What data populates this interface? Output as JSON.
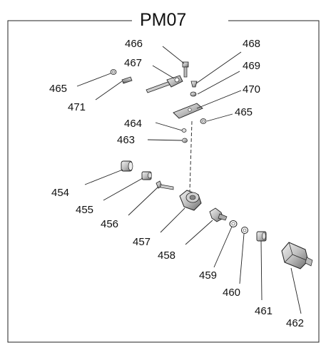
{
  "title": "PM07",
  "callouts": [
    "466",
    "467",
    "468",
    "469",
    "465",
    "471",
    "470",
    "464",
    "465",
    "463",
    "454",
    "455",
    "456",
    "457",
    "458",
    "459",
    "460",
    "461",
    "462"
  ]
}
